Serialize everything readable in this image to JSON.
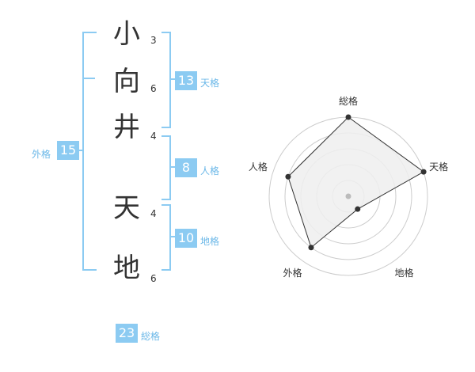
{
  "name": {
    "chars": [
      {
        "char": "小",
        "strokes": "3"
      },
      {
        "char": "向",
        "strokes": "6"
      },
      {
        "char": "井",
        "strokes": "4"
      },
      {
        "char": "天",
        "strokes": "4"
      },
      {
        "char": "地",
        "strokes": "6"
      }
    ]
  },
  "kakusu": {
    "tenkaku": {
      "value": "13",
      "label": "天格"
    },
    "jinkaku": {
      "value": "8",
      "label": "人格"
    },
    "chikaku": {
      "value": "10",
      "label": "地格"
    },
    "gaikaku": {
      "value": "15",
      "label": "外格"
    },
    "soukaku": {
      "value": "23",
      "label": "総格"
    }
  },
  "chart_data": {
    "type": "radar",
    "axes": [
      "総格",
      "天格",
      "地格",
      "外格",
      "人格"
    ],
    "values": [
      5,
      5,
      1,
      4,
      4
    ],
    "rmax": 5,
    "rings": 5,
    "colors": {
      "fill": "#eeeeee",
      "line": "#333333",
      "grid": "#cccccc",
      "point": "#333333",
      "center": "#bbbbbb"
    }
  }
}
